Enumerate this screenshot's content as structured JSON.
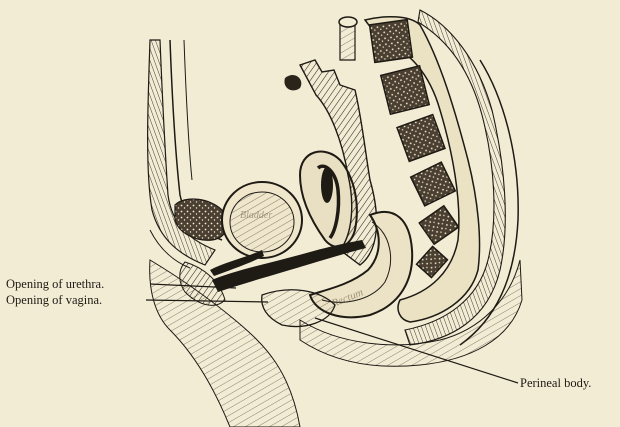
{
  "figure": {
    "background": "#f3ecd5",
    "ink": "#1e1a14",
    "labels": {
      "urethra": "Opening of urethra.",
      "vagina": "Opening of vagina.",
      "perineal": "Perineal body."
    },
    "engraved_words": {
      "bladder": "Bladder",
      "rectum": "Rectum"
    }
  }
}
